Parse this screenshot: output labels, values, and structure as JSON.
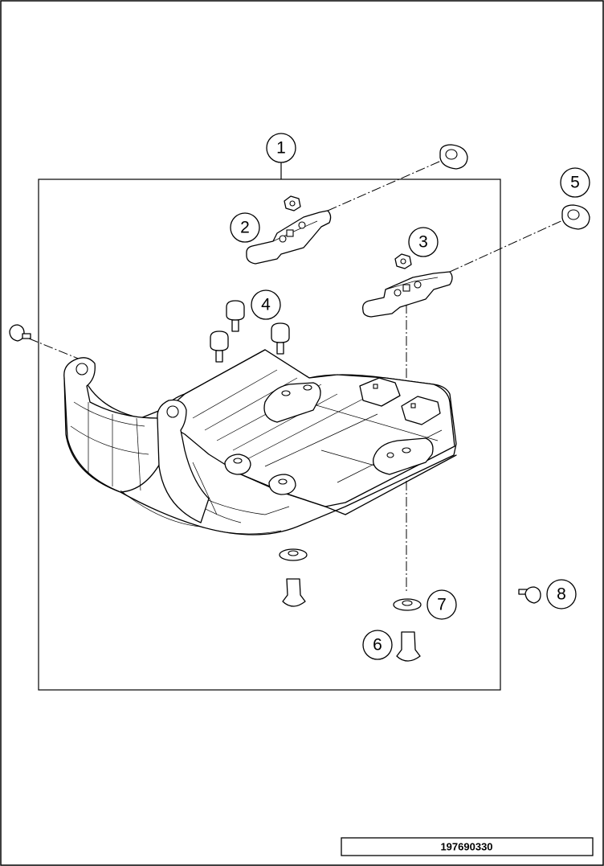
{
  "callouts": [
    {
      "id": "1",
      "label": "1"
    },
    {
      "id": "2",
      "label": "2"
    },
    {
      "id": "3",
      "label": "3"
    },
    {
      "id": "4",
      "label": "4"
    },
    {
      "id": "5",
      "label": "5"
    },
    {
      "id": "6",
      "label": "6"
    },
    {
      "id": "7",
      "label": "7"
    },
    {
      "id": "8",
      "label": "8"
    }
  ],
  "drawing_number": "197690330",
  "colors": {
    "line": "#000000",
    "background": "#ffffff"
  }
}
